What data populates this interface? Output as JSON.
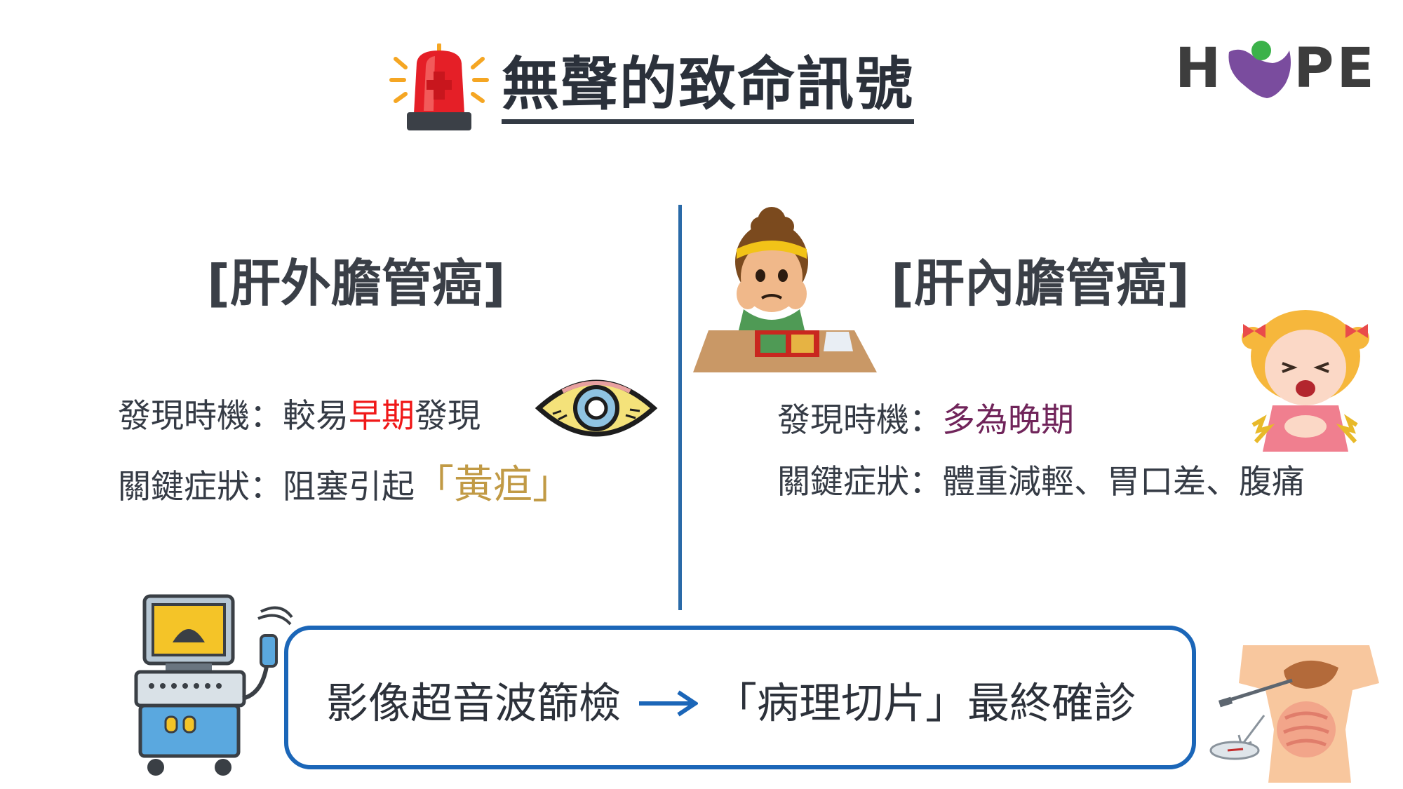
{
  "title": "無聲的致命訊號",
  "logo": {
    "text_h": "H",
    "text_pe": "PE",
    "colors": {
      "text": "#3d3d3d",
      "heart": "#7a4c9e",
      "dot": "#3bb24a"
    }
  },
  "left": {
    "heading": "[肝外膽管癌]",
    "timing_label": "發現時機：",
    "timing_pre": "較易",
    "timing_highlight": "早期",
    "timing_post": "發現",
    "symptom_label": "關鍵症狀：",
    "symptom_pre": "阻塞引起",
    "symptom_highlight": "「黃疸」"
  },
  "right": {
    "heading": "[肝內膽管癌]",
    "timing_label": "發現時機：",
    "timing_highlight": "多為晚期",
    "symptom_label": "關鍵症狀：",
    "symptom_text": "體重減輕、胃口差、腹痛"
  },
  "bottom": {
    "step1": "影像超音波篩檢",
    "step2": "「病理切片」最終確診"
  },
  "colors": {
    "accent_blue": "#1b66b8",
    "divider": "#2a6aa8",
    "early_red": "#f01818",
    "jaundice_gold": "#c19a45",
    "late_purple": "#70245a"
  },
  "icons": [
    "alarm-light-icon",
    "jaundiced-eye-icon",
    "sad-eating-woman-icon",
    "stomachache-girl-icon",
    "ultrasound-machine-icon",
    "biopsy-anatomy-icon",
    "right-arrow-icon"
  ]
}
